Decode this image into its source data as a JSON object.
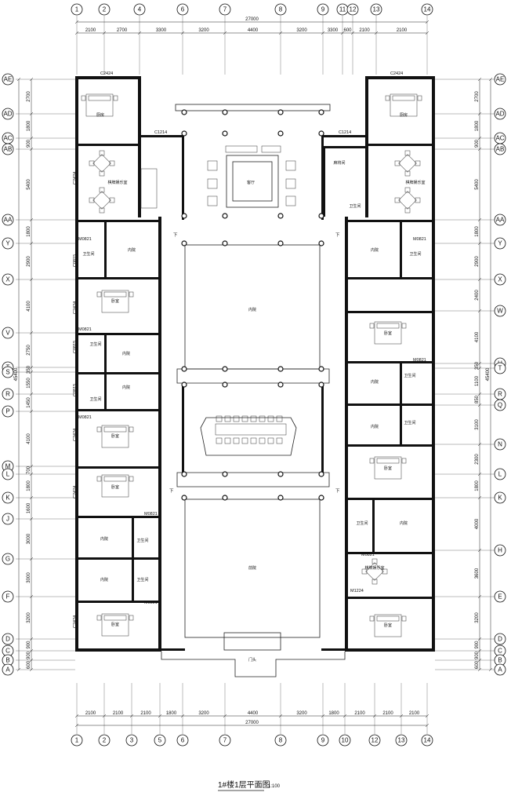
{
  "title": "1#楼1层平面图",
  "scale": "1:100",
  "top_axes": [
    "1",
    "2",
    "4",
    "6",
    "7",
    "8",
    "9",
    "11",
    "12",
    "13",
    "14"
  ],
  "bottom_axes": [
    "1",
    "2",
    "3",
    "5",
    "6",
    "7",
    "8",
    "9",
    "10",
    "12",
    "13",
    "14"
  ],
  "left_axes": [
    "AE",
    "AD",
    "AC",
    "AB",
    "AA",
    "Y",
    "X",
    "V",
    "T",
    "S",
    "R",
    "P",
    "M",
    "L",
    "K",
    "J",
    "G",
    "F",
    "D",
    "C",
    "B",
    "A"
  ],
  "right_axes": [
    "AE",
    "AD",
    "AC",
    "AB",
    "AA",
    "Y",
    "X",
    "W",
    "U",
    "T",
    "R",
    "Q",
    "N",
    "L",
    "K",
    "H",
    "E",
    "D",
    "C",
    "B",
    "A"
  ],
  "top_total": "27000",
  "top_dims": [
    "2100",
    "2700",
    "3300",
    "3200",
    "4400",
    "3200",
    "3300",
    "600",
    "2100",
    "2100"
  ],
  "bottom_total": "27000",
  "bottom_dims": [
    "2100",
    "2100",
    "2100",
    "1800",
    "3200",
    "4400",
    "3200",
    "1800",
    "2100",
    "2100",
    "2100"
  ],
  "left_total": "45400",
  "left_dims": [
    "2700",
    "1800",
    "900",
    "5400",
    "1800",
    "2900",
    "4100",
    "2750",
    "350",
    "1550",
    "1450",
    "4100",
    "700",
    "1800",
    "1600",
    "3000",
    "3000",
    "3200",
    "900",
    "900",
    "600"
  ],
  "right_total": "45400",
  "right_dims": [
    "2700",
    "1800",
    "900",
    "5400",
    "1800",
    "2900",
    "2400",
    "4100",
    "350",
    "1100",
    "850",
    "3100",
    "2300",
    "1800",
    "4000",
    "3600",
    "3200",
    "900",
    "900",
    "600"
  ],
  "rooms": {
    "kitchen": "厨房",
    "bedroom": "卧室",
    "bathroom": "卫生间",
    "courtyard": "内院",
    "hall": "客厅",
    "chess": "棋牌娱乐室",
    "mahjong": "麻将间",
    "front_court": "前院",
    "gate": "门头"
  },
  "tags": {
    "c2424": "C2424",
    "c1214": "C1214",
    "c0815": "C0815",
    "m0821": "M0821",
    "m1224": "M1224",
    "down": "下"
  }
}
